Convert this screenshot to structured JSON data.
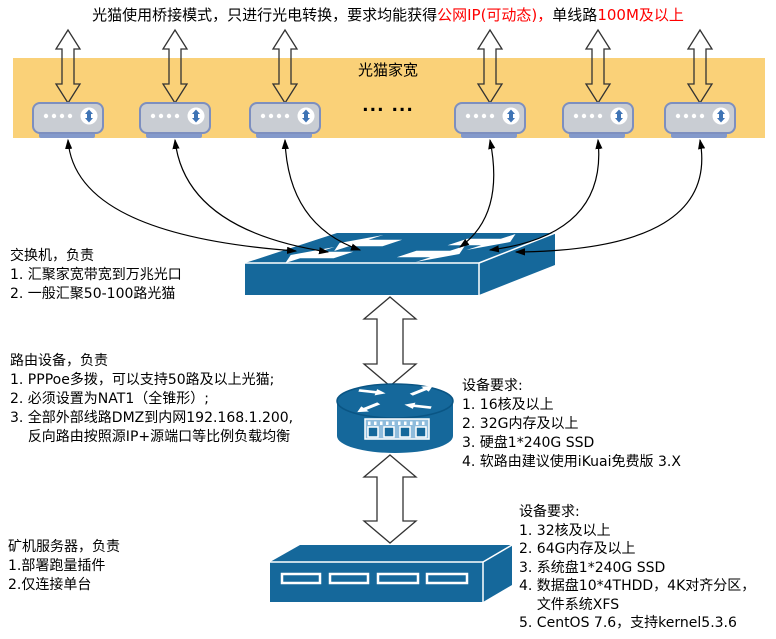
{
  "colors": {
    "band_yellow": "#FAD178",
    "device_blue": "#15689B",
    "device_blue_dark": "#0A5584",
    "modem_body_gray": "#C9CDD3",
    "modem_border_blue": "#7D8FBF",
    "modem_base_blue": "#8399CB",
    "modem_arrow_blue": "#3F74B5",
    "port_strip_blue": "#8FBCDC",
    "highlight_red": "#FF0000",
    "text_black": "#000000",
    "connector_black": "#1A1A1A"
  },
  "top_note": {
    "part1": "光猫使用桥接模式，只进行光电转换，要求均能获得",
    "part2_red": "公网IP(可动态)，",
    "part3": "单线路",
    "part4_red": "100M及以上"
  },
  "band": {
    "label": "光猫家宽",
    "ellipsis": "... ...",
    "modem_icon": "optical-modem",
    "modem_count_visible": 6
  },
  "switch_note": {
    "lines": [
      "交换机，负责",
      "1. 汇聚家宽带宽到万兆光口",
      "2. 一般汇聚50-100路光猫"
    ]
  },
  "router_note": {
    "lines": [
      "路由设备，负责",
      "1. PPPoe多拨，可以支持50路及以上光猫;",
      "2. 必须设置为NAT1（全锥形）;",
      "3. 全部外部线路DMZ到内网192.168.1.200,",
      "    反向路由按照源IP+源端口等比例负载均衡"
    ]
  },
  "router_req": {
    "lines": [
      "设备要求:",
      "1. 16核及以上",
      "2. 32G内存及以上",
      "3. 硬盘1*240G SSD",
      "4. 软路由建议使用iKuai免费版 3.X"
    ]
  },
  "server_note": {
    "lines": [
      "矿机服务器，负责",
      "1.部署跑量插件",
      "2.仅连接单台"
    ]
  },
  "server_req": {
    "lines": [
      "设备要求:",
      "1. 32核及以上",
      "2. 64G内存及以上",
      "3. 系统盘1*240G SSD",
      "4. 数据盘10*4THDD，4K对齐分区，",
      "    文件系统XFS",
      "5. CentOS 7.6，支持kernel5.3.6"
    ]
  }
}
